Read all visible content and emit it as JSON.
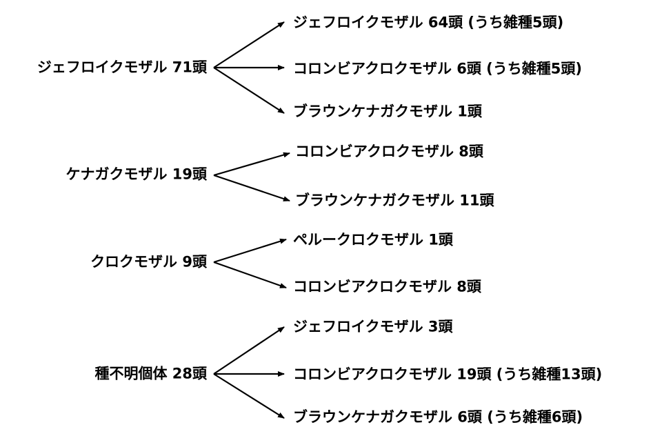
{
  "groups": [
    {
      "source": "ジェフロイクモザル 71頭",
      "targets": [
        "ジェフロイクモザル 64頭 (うち雑種5頭)",
        "コロンビアクロクモザル 6頭 (うち雑種5頭)",
        "ブラウンケナガクモザル 1頭"
      ]
    },
    {
      "source": "ケナガクモザル 19頭",
      "targets": [
        "コロンビアクロクモザル 8頭",
        "ブラウンケナガクモザル 11頭"
      ]
    },
    {
      "source": "クロクモザル 9頭",
      "targets": [
        "ペルークロクモザル 1頭",
        "コロンビアクロクモザル 8頭"
      ]
    },
    {
      "source": "種不明個体 28頭",
      "targets": [
        "ジェフロイクモザル 3頭",
        "コロンビアクロクモザル 19頭 (うち雑種13頭)",
        "ブラウンケナガクモザル 6頭 (うち雑種6頭)"
      ]
    }
  ]
}
